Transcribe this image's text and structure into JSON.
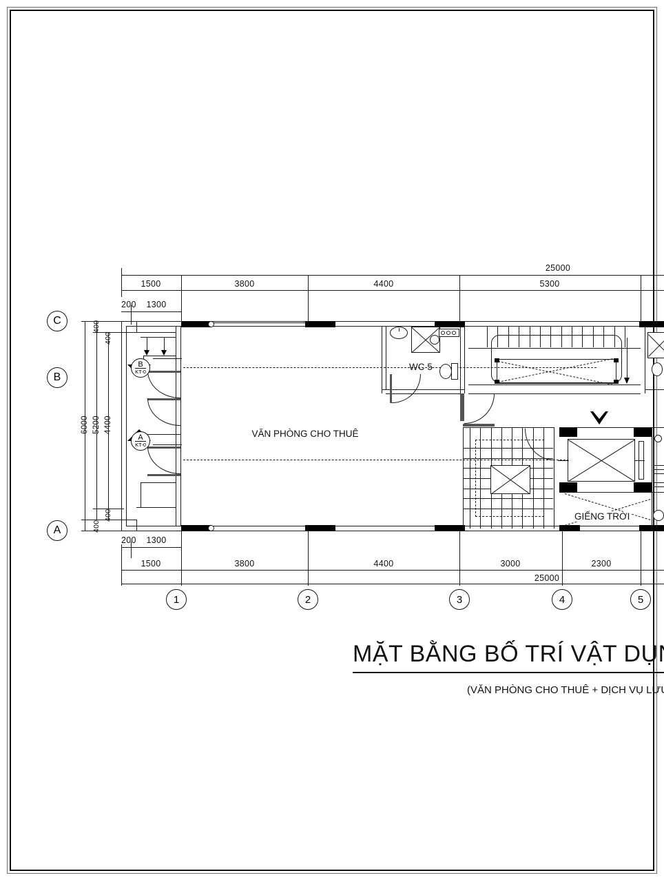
{
  "sheet": {
    "title": "MẶT BẰNG BỐ TRÍ VẬT DỤNG",
    "subtitle": "(VĂN PHÒNG CHO THUÊ + DỊCH VỤ LƯU",
    "drawing_type": "architectural-floor-plan",
    "line_color": "#111111",
    "background": "#ffffff"
  },
  "rooms": [
    {
      "id": "office",
      "label": "VĂN PHÒNG CHO THUÊ"
    },
    {
      "id": "wc5",
      "label": "WC 5"
    },
    {
      "id": "lightwell",
      "label": "GIẾNG TRỜI"
    }
  ],
  "grid": {
    "horizontal_bubbles": [
      {
        "id": "C",
        "label": "C"
      },
      {
        "id": "B",
        "label": "B"
      },
      {
        "id": "A",
        "label": "A"
      }
    ],
    "vertical_bubbles": [
      {
        "id": "1",
        "label": "1"
      },
      {
        "id": "2",
        "label": "2"
      },
      {
        "id": "3",
        "label": "3"
      },
      {
        "id": "4",
        "label": "4"
      },
      {
        "id": "5",
        "label": "5"
      }
    ]
  },
  "section_markers": [
    {
      "id": "B",
      "label": "B",
      "sheet": "KT-0",
      "direction": "down"
    },
    {
      "id": "A",
      "label": "A",
      "sheet": "KT-0",
      "direction": "up"
    }
  ],
  "dimensions": {
    "top_overall": "25000",
    "top_row_detail": [
      "200",
      "1300"
    ],
    "top_row_main": [
      "1500",
      "3800",
      "4400",
      "5300"
    ],
    "bottom_row_detail": [
      "200",
      "1300"
    ],
    "bottom_row_main": [
      "1500",
      "3800",
      "4400",
      "3000",
      "2300"
    ],
    "bottom_overall": "25000",
    "left_outer": "6000",
    "left_mid": "5200",
    "left_inner": "4400",
    "left_small": [
      "400",
      "400",
      "400",
      "400"
    ]
  }
}
